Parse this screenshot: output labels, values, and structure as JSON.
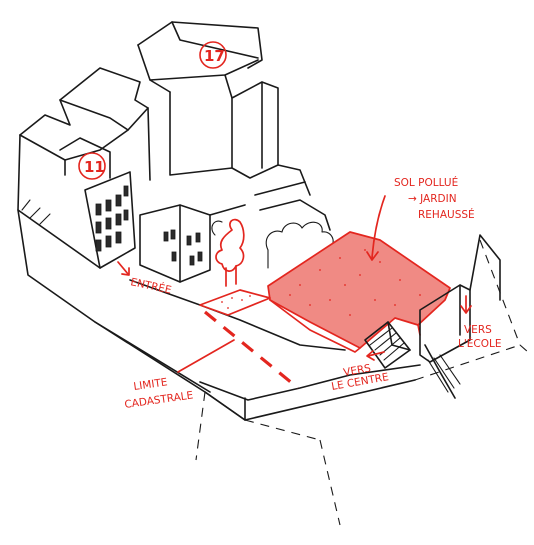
{
  "building_numbers": {
    "left": "11",
    "right": "17"
  },
  "labels": {
    "entree": "ENTRÉE",
    "limite_line1": "LIMITE",
    "limite_line2": "CADASTRALE",
    "sol_line1": "SOL POLLUÉ",
    "sol_line2": "→ JARDIN",
    "sol_line3": "REHAUSSÉ",
    "ecole_line1": "VERS",
    "ecole_line2": "L'ÉCOLE",
    "centre_line1": "VERS",
    "centre_line2": "LE CENTRE"
  },
  "colors": {
    "accent": "#e3261f",
    "accent_fill": "#f08a84",
    "ink": "#1a1a1a"
  }
}
